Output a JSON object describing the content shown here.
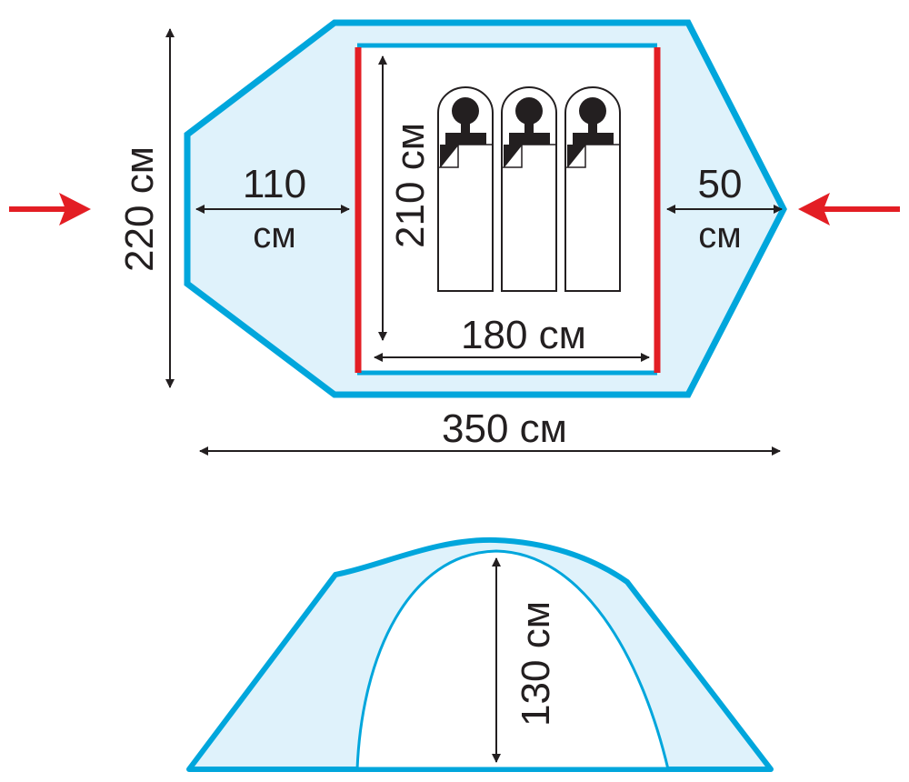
{
  "colors": {
    "outline": "#00a6dc",
    "fill": "#dff2fb",
    "pole": "#e31e24",
    "ink": "#231f20",
    "entrance_arrow": "#e31e24"
  },
  "plan_view": {
    "total_length": "350 см",
    "total_width": "220 см",
    "inner_length": "210 см",
    "inner_width": "180 см",
    "vestibule_left_value": "110",
    "vestibule_left_unit": "см",
    "vestibule_right_value": "50",
    "vestibule_right_unit": "см",
    "sleeping_places": 3
  },
  "side_view": {
    "height": "130 см"
  }
}
